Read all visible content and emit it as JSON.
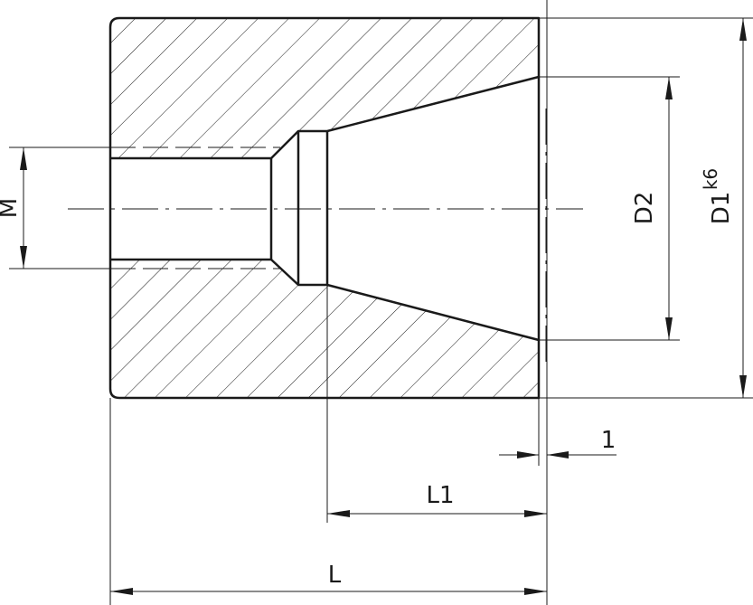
{
  "drawing": {
    "labels": {
      "M": "M",
      "D2": "D2",
      "D1": "D1",
      "D1_tolerance": "k6",
      "one": "1",
      "L1": "L1",
      "L": "L"
    }
  }
}
